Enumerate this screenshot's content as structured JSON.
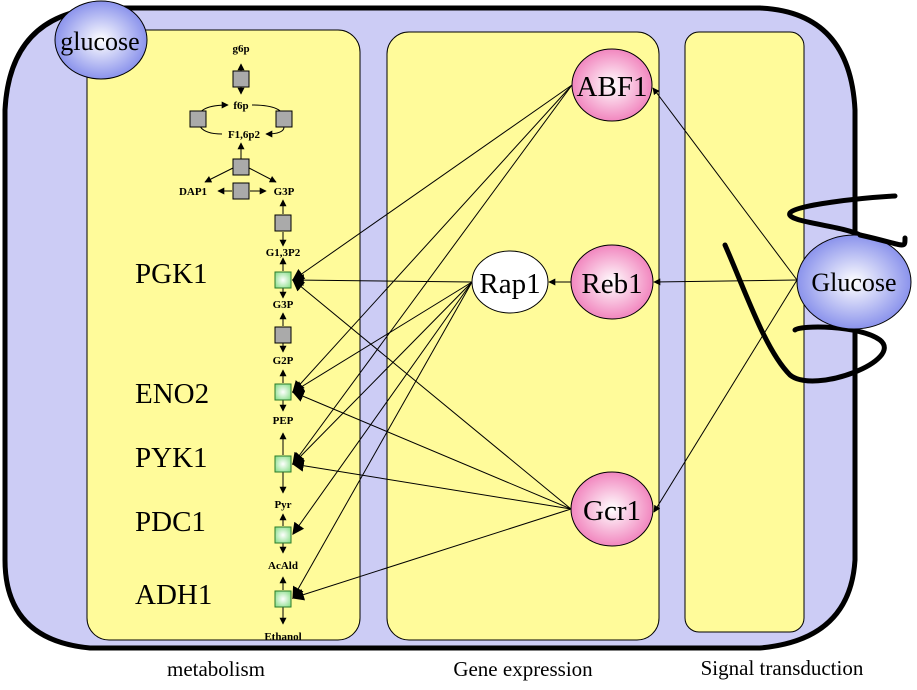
{
  "colors": {
    "cell_fill": "#ccccf5",
    "panel_fill": "#fffb9a",
    "outline": "#000000",
    "enzyme_node": "#aaaaaa",
    "active_enzyme": "#aaf0aa",
    "transcription_factor": "#f38ac0",
    "rap1_fill": "#ffffff",
    "glucose_fill": "#8f98ee"
  },
  "external_glucose": {
    "label": "glucose"
  },
  "receptor": {
    "label": "Glucose"
  },
  "panels": [
    {
      "id": "metabolism",
      "caption": "metabolism"
    },
    {
      "id": "gene_expression",
      "caption": "Gene expression"
    },
    {
      "id": "signal_transduction",
      "caption": "Signal transduction"
    }
  ],
  "metabolites": [
    {
      "id": "g6p",
      "label": "g6p"
    },
    {
      "id": "f6p",
      "label": "f6p"
    },
    {
      "id": "f16p2",
      "label": "F1,6p2"
    },
    {
      "id": "dap1",
      "label": "DAP1"
    },
    {
      "id": "g3p_a",
      "label": "G3P"
    },
    {
      "id": "g13p2",
      "label": "G1,3P2"
    },
    {
      "id": "g3p_b",
      "label": "G3P"
    },
    {
      "id": "g2p",
      "label": "G2P"
    },
    {
      "id": "pep",
      "label": "PEP"
    },
    {
      "id": "pyr",
      "label": "Pyr"
    },
    {
      "id": "acald",
      "label": "AcAld"
    },
    {
      "id": "ethanol",
      "label": "Ethanol"
    }
  ],
  "genes": [
    {
      "id": "PGK1",
      "label": "PGK1"
    },
    {
      "id": "ENO2",
      "label": "ENO2"
    },
    {
      "id": "PYK1",
      "label": "PYK1"
    },
    {
      "id": "PDC1",
      "label": "PDC1"
    },
    {
      "id": "ADH1",
      "label": "ADH1"
    }
  ],
  "regulators": [
    {
      "id": "ABF1",
      "label": "ABF1",
      "type": "transcription_factor"
    },
    {
      "id": "Reb1",
      "label": "Reb1",
      "type": "transcription_factor"
    },
    {
      "id": "Rap1",
      "label": "Rap1",
      "type": "rap1"
    },
    {
      "id": "Gcr1",
      "label": "Gcr1",
      "type": "transcription_factor"
    }
  ],
  "regulatory_edges": [
    {
      "from": "ABF1",
      "to": "PGK1"
    },
    {
      "from": "ABF1",
      "to": "ENO2"
    },
    {
      "from": "ABF1",
      "to": "PYK1"
    },
    {
      "from": "Rap1",
      "to": "PGK1"
    },
    {
      "from": "Rap1",
      "to": "ENO2"
    },
    {
      "from": "Rap1",
      "to": "PYK1"
    },
    {
      "from": "Rap1",
      "to": "PDC1"
    },
    {
      "from": "Rap1",
      "to": "ADH1"
    },
    {
      "from": "Gcr1",
      "to": "PGK1"
    },
    {
      "from": "Gcr1",
      "to": "ENO2"
    },
    {
      "from": "Gcr1",
      "to": "PYK1"
    },
    {
      "from": "Gcr1",
      "to": "ADH1"
    },
    {
      "from": "Reb1",
      "to": "Rap1"
    },
    {
      "from": "Glucose",
      "to": "ABF1"
    },
    {
      "from": "Glucose",
      "to": "Reb1"
    },
    {
      "from": "Glucose",
      "to": "Gcr1"
    }
  ]
}
